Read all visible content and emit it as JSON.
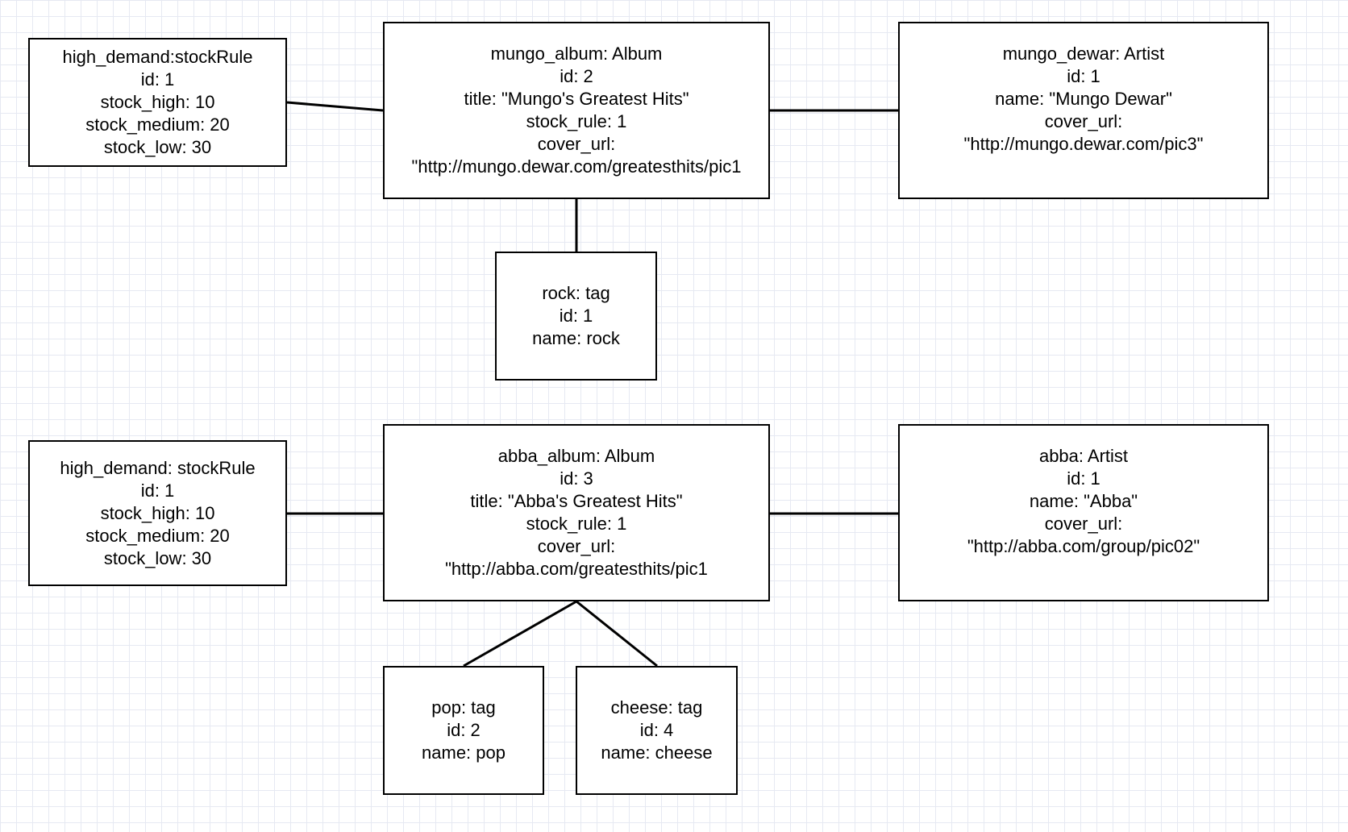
{
  "stockrule_1": {
    "header": "high_demand:stockRule",
    "id": "id: 1",
    "stock_high": "stock_high: 10",
    "stock_medium": "stock_medium: 20",
    "stock_low": "stock_low: 30"
  },
  "album_mungo": {
    "header": "mungo_album: Album",
    "id": "id: 2",
    "title": "title: \"Mungo's Greatest Hits\"",
    "stock_rule": "stock_rule: 1",
    "cover_url_label": "cover_url:",
    "cover_url_value": "\"http://mungo.dewar.com/greatesthits/pic1"
  },
  "artist_mungo": {
    "header": "mungo_dewar: Artist",
    "id": "id: 1",
    "name": "name: \"Mungo Dewar\"",
    "cover_url_label": "cover_url:",
    "cover_url_value": "\"http://mungo.dewar.com/pic3\""
  },
  "tag_rock": {
    "header": "rock: tag",
    "id": "id: 1",
    "name": "name: rock"
  },
  "stockrule_2": {
    "header": "high_demand: stockRule",
    "id": "id: 1",
    "stock_high": "stock_high: 10",
    "stock_medium": "stock_medium: 20",
    "stock_low": "stock_low: 30"
  },
  "album_abba": {
    "header": "abba_album: Album",
    "id": "id: 3",
    "title": "title: \"Abba's Greatest Hits\"",
    "stock_rule": "stock_rule: 1",
    "cover_url_label": "cover_url:",
    "cover_url_value": "\"http://abba.com/greatesthits/pic1"
  },
  "artist_abba": {
    "header": "abba: Artist",
    "id": "id: 1",
    "name": "name: \"Abba\"",
    "cover_url_label": "cover_url:",
    "cover_url_value": "\"http://abba.com/group/pic02\""
  },
  "tag_pop": {
    "header": "pop: tag",
    "id": "id: 2",
    "name": "name: pop"
  },
  "tag_cheese": {
    "header": "cheese: tag",
    "id": "id: 4",
    "name": "name: cheese"
  }
}
